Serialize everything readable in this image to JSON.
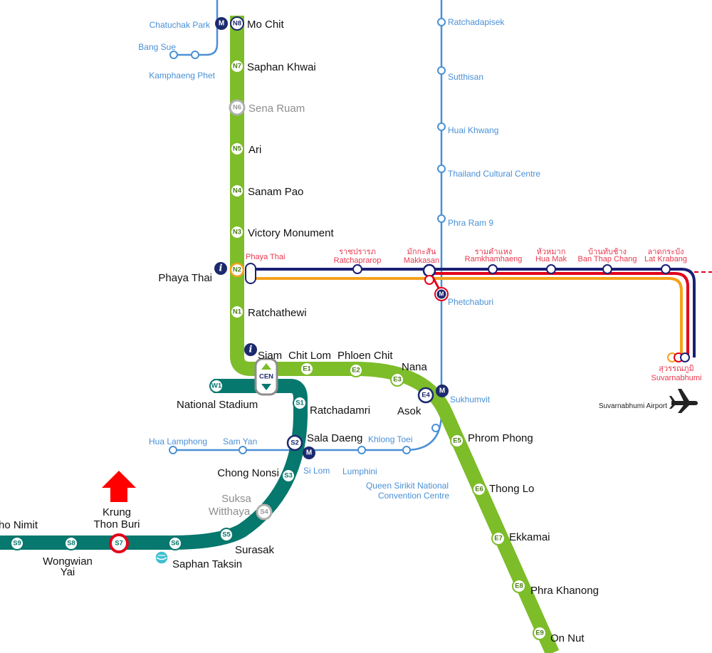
{
  "colors": {
    "sukhumvit_line": "#7dbd29",
    "silom_line": "#06786e",
    "mrt_blue": "#4a90d6",
    "arl_navy": "#1b1f74",
    "arl_red": "#e3001b",
    "arl_orange": "#f4a21c",
    "arl_text": "#e8384f",
    "transfer_navy": "#1c2a6e",
    "closed_grey": "#b0b0b0",
    "highlight_red": "#e3001b",
    "arrow_red": "#ff0000"
  },
  "sukhumvit_stations": [
    {
      "code": "N8",
      "name": "Mo Chit"
    },
    {
      "code": "N7",
      "name": "Saphan Khwai"
    },
    {
      "code": "N6",
      "name": "Sena Ruam"
    },
    {
      "code": "N5",
      "name": "Ari"
    },
    {
      "code": "N4",
      "name": "Sanam Pao"
    },
    {
      "code": "N3",
      "name": "Victory Monument"
    },
    {
      "code": "N2",
      "name": "Phaya Thai"
    },
    {
      "code": "N1",
      "name": "Ratchathewi"
    },
    {
      "code": "CEN",
      "name": "Siam"
    },
    {
      "code": "E1",
      "name": "Chit Lom"
    },
    {
      "code": "E2",
      "name": "Phloen Chit"
    },
    {
      "code": "E3",
      "name": "Nana"
    },
    {
      "code": "E4",
      "name": "Asok"
    },
    {
      "code": "E5",
      "name": "Phrom Phong"
    },
    {
      "code": "E6",
      "name": "Thong Lo"
    },
    {
      "code": "E7",
      "name": "Ekkamai"
    },
    {
      "code": "E8",
      "name": "Phra Khanong"
    },
    {
      "code": "E9",
      "name": "On Nut"
    }
  ],
  "silom_stations": [
    {
      "code": "W1",
      "name": "National Stadium"
    },
    {
      "code": "S1",
      "name": "Ratchadamri"
    },
    {
      "code": "S2",
      "name": "Sala Daeng"
    },
    {
      "code": "S3",
      "name": "Chong Nonsi"
    },
    {
      "code": "S4",
      "name_line1": "Suksa",
      "name_line2": "Witthaya"
    },
    {
      "code": "S5",
      "name": "Surasak"
    },
    {
      "code": "S6",
      "name": "Saphan Taksin"
    },
    {
      "code": "S7",
      "name_line1": "Krung",
      "name_line2": "Thon Buri"
    },
    {
      "code": "S8",
      "name_line1": "Wongwian",
      "name_line2": "Yai"
    },
    {
      "code": "S9",
      "name": "ho Nimit"
    }
  ],
  "mrt_stations": {
    "chatuchak_park": "Chatuchak Park",
    "bang_sue": "Bang Sue",
    "kamphaeng_phet": "Kamphaeng Phet",
    "ratchadapisek": "Ratchadapisek",
    "sutthisan": "Sutthisan",
    "huai_khwang": "Huai Khwang",
    "thailand_cultural_centre": "Thailand Cultural Centre",
    "phra_ram_9": "Phra Ram 9",
    "phetchaburi": "Phetchaburi",
    "sukhumvit": "Sukhumvit",
    "queen_sirikit_line1": "Queen Sirikit National",
    "queen_sirikit_line2": "Convention Centre",
    "khlong_toei": "Khlong Toei",
    "lumphini": "Lumphini",
    "si_lom": "Si Lom",
    "sam_yan": "Sam Yan",
    "hua_lamphong": "Hua Lamphong"
  },
  "arl_stations": [
    {
      "thai": "",
      "name": "Phaya Thai"
    },
    {
      "thai": "ราชปรารภ",
      "name": "Ratchaprarop"
    },
    {
      "thai": "มักกะสัน",
      "name": "Makkasan"
    },
    {
      "thai": "รามคำแหง",
      "name": "Ramkhamhaeng"
    },
    {
      "thai": "หัวหมาก",
      "name": "Hua Mak"
    },
    {
      "thai": "บ้านทับช้าง",
      "name": "Ban Thap Chang"
    },
    {
      "thai": "ลาดกระบัง",
      "name": "Lat Krabang"
    },
    {
      "thai": "สุวรรณภูมิ",
      "name": "Suvarnabhumi"
    }
  ],
  "airport_label": "Suvarnabhumi Airport",
  "airport_icon": "airplane-icon",
  "info_icon_letter": "i",
  "mrt_icon_letter": "M",
  "cen_arrow_icon": "up-down-arrow-icon",
  "pier_icon": "boat-pier-icon",
  "krung_thon_buri_marker": "red-up-arrow-icon"
}
